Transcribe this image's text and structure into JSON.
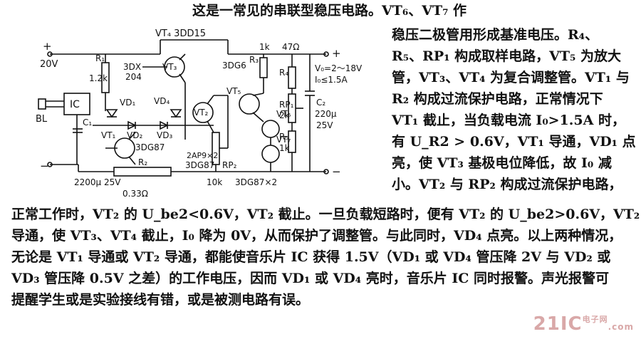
{
  "header_text": "这是一常见的串联型稳压电路。VT₆、VT₇ 作",
  "right_lines": [
    "稳压二极管用形成基准电压。R₄、",
    "R₅、RP₁ 构成取样电路，VT₅ 为放大",
    "管，VT₃、VT₄ 为复合调整管。VT₁ 与",
    "R₂ 构成过流保护电路，正常情况下",
    "VT₁ 截止，当负载电流 I₀>1.5A 时，",
    "有 U_R2 > 0.6V，VT₁ 导通，VD₁ 点",
    "亮，使 VT₃ 基极电位降低，故 I₀ 减",
    "小。VT₂ 与 RP₂ 构成过流保护电路，"
  ],
  "full_lines": [
    "正常工作时，VT₂ 的 U_be2<0.6V，VT₂ 截止。一旦负载短路时，便有 VT₂ 的 U_be2>0.6V，VT₂",
    "导通，使 VT₃、VT₄ 截止，I₀ 降为 0V，从而保护了调整管。与此同时，VD₄ 点亮。以上两种情况，",
    "无论是 VT₁ 导通或 VT₂ 导通，都能使音乐片 IC 获得 1.5V（VD₁ 或 VD₄ 管压降 2V 与 VD₂ 或",
    "VD₃ 管压降 0.5V 之差）的工作电压，因而 VD₁ 或 VD₄ 亮时，音乐片 IC 同时报警。声光报警可",
    "提醒学生或是实验接线有错，或是被测电路有误。"
  ],
  "circuit_labels": {
    "vin": "20V",
    "vt4": "VT₄ 3DD15",
    "vt3": "VT₃",
    "r1": "1.2k",
    "r1_name": "R₁",
    "dx": "3DX",
    "dx2": "204",
    "ic": "IC",
    "bl": "BL",
    "c1": "C₁",
    "vd1": "VD₁",
    "vd4": "VD₄",
    "vd2": "VD₂",
    "vd3": "VD₃",
    "vt1": "VT₁",
    "vt2": "VT₂",
    "ap": "2AP9×2",
    "dg87a": "3DG87",
    "dg87b": "3DG87",
    "r2": "R₂",
    "c1val": "2200μ 25V",
    "r2val": "0.33Ω",
    "rp2": "RP₂",
    "rp2val": "10k",
    "dg6": "3DG6",
    "r3": "R₃",
    "vt5": "VT₅",
    "vt6": "VT₆",
    "vt7": "VT₇",
    "dg87x2": "3DG87×2",
    "k1": "1k",
    "ohm47": "47Ω",
    "r4": "R₄",
    "rp1": "RP₁",
    "rp1val": "2k",
    "r5": "R₅",
    "r5val": "1k",
    "vo": "V₀=2～18V",
    "io": "I₀≤1.5A",
    "c2": "C₂",
    "c2val": "220μ",
    "c2v": "25V",
    "plus": "+",
    "minus": "−"
  },
  "watermark": {
    "main": "21IC",
    "sub": "电子网",
    "com": ".com"
  }
}
